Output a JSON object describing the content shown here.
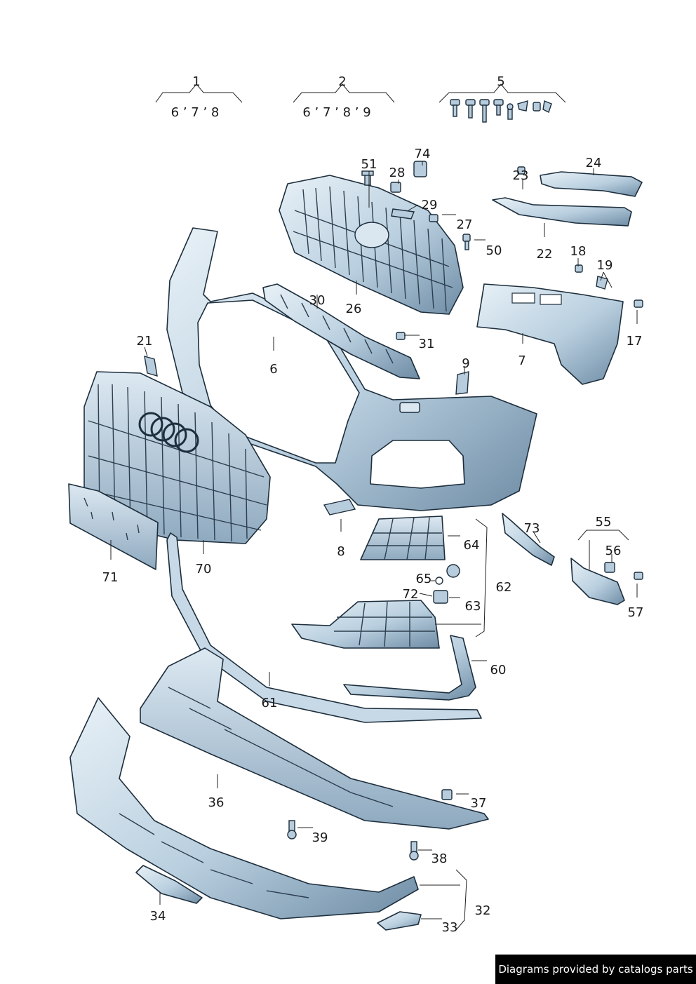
{
  "labels": {
    "p1": "1",
    "p2": "2",
    "p5": "5",
    "p1_sub": "6 ’ 7 ’ 8",
    "p2_sub": "6 ’ 7 ’ 8 ’ 9",
    "p6": "6",
    "p7": "7",
    "p8": "8",
    "p9": "9",
    "p17": "17",
    "p18": "18",
    "p19": "19",
    "p21": "21",
    "p22": "22",
    "p23": "23",
    "p24": "24",
    "p26": "26",
    "p27": "27",
    "p28": "28",
    "p29": "29",
    "p30": "30",
    "p31": "31",
    "p32": "32",
    "p33": "33",
    "p34": "34",
    "p36": "36",
    "p37": "37",
    "p38": "38",
    "p39": "39",
    "p50": "50",
    "p51": "51",
    "p55": "55",
    "p56": "56",
    "p57": "57",
    "p60": "60",
    "p61": "61",
    "p62": "62",
    "p63": "63",
    "p64": "64",
    "p65": "65",
    "p70": "70",
    "p71": "71",
    "p72": "72",
    "p73": "73",
    "p74": "74"
  },
  "footer": {
    "text": "Diagrams provided by catalogs parts"
  },
  "colors": {
    "part_fill": "#c7d8e6",
    "part_dark": "#7f9bb2",
    "line": "#1d2e3c",
    "footer_bg": "#000000"
  }
}
